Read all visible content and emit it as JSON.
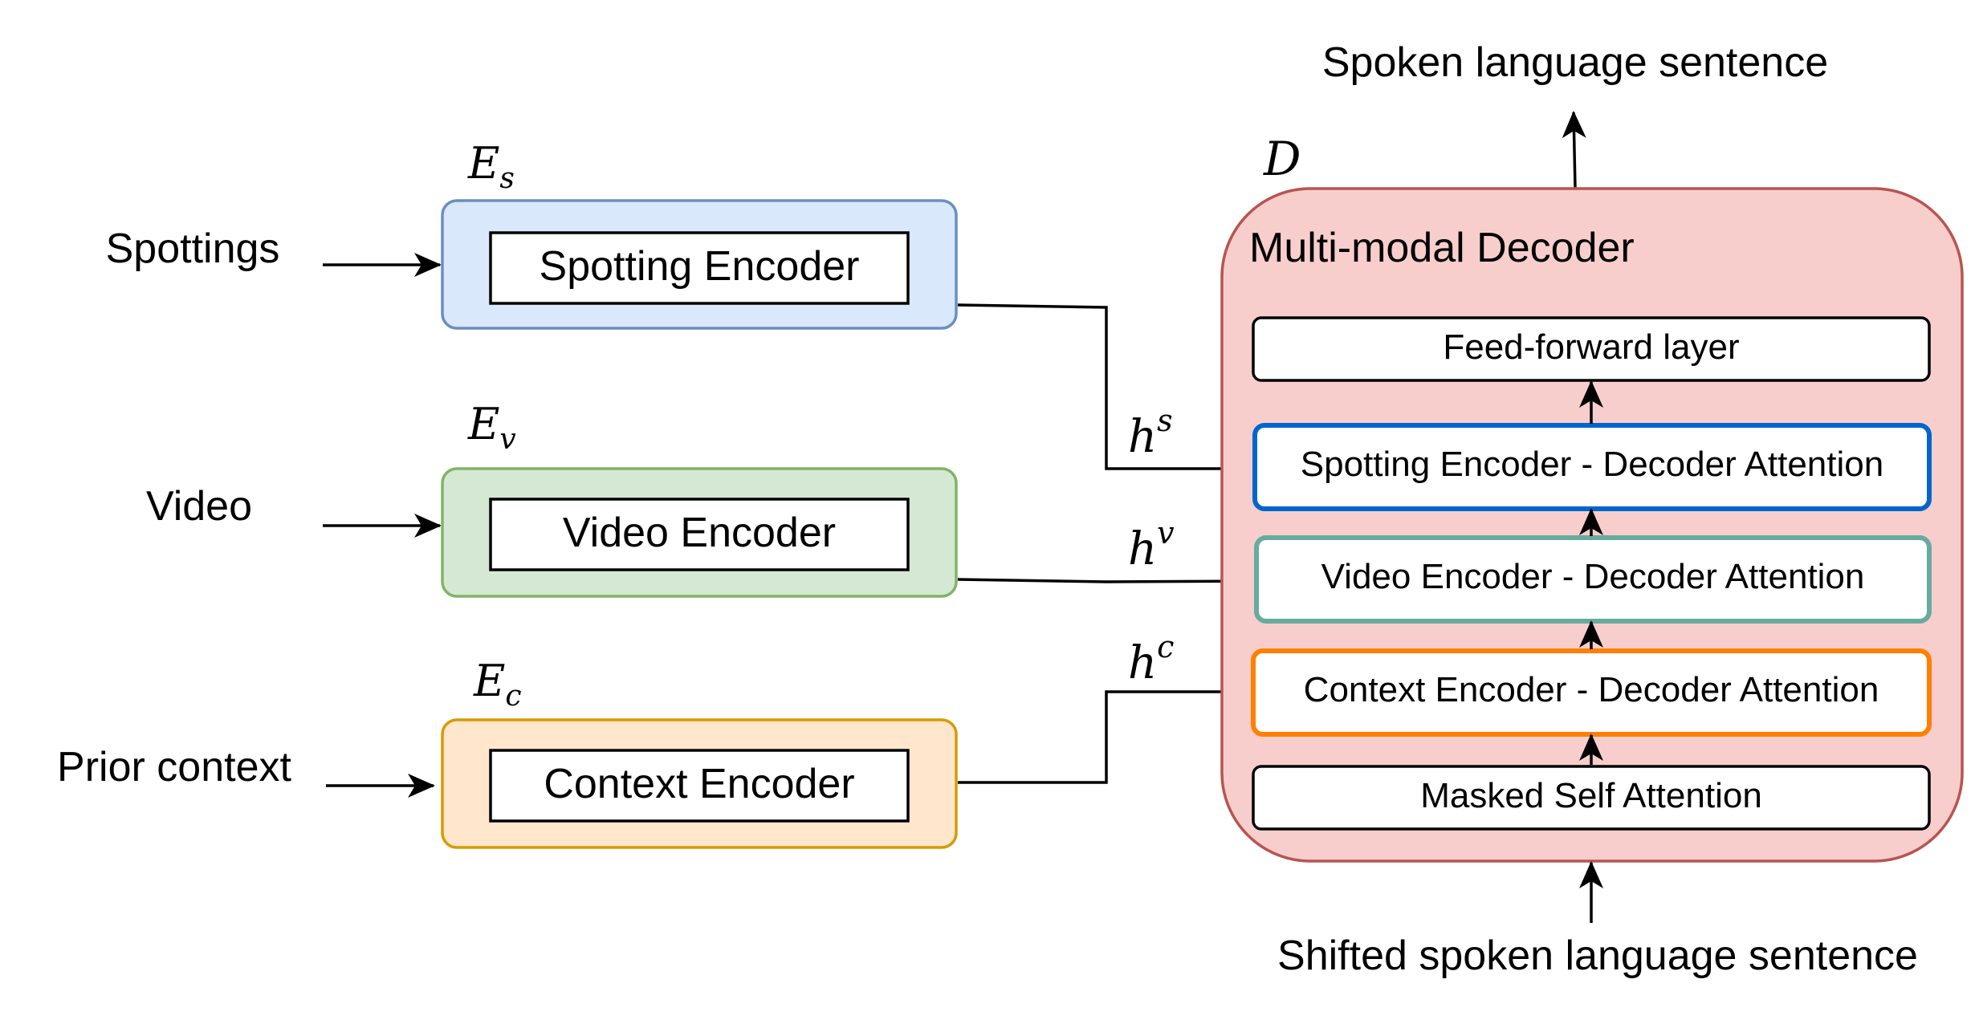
{
  "inputs": {
    "spottings": "Spottings",
    "video": "Video",
    "prior_context": "Prior context"
  },
  "encoders": {
    "spotting": {
      "symbol": "E",
      "subscript": "s",
      "label": "Spotting Encoder",
      "fill": "#dae8fc",
      "stroke": "#6c8ebf"
    },
    "video": {
      "symbol": "E",
      "subscript": "v",
      "label": "Video Encoder",
      "fill": "#d5e8d4",
      "stroke": "#82b366"
    },
    "context": {
      "symbol": "E",
      "subscript": "c",
      "label": "Context Encoder",
      "fill": "#ffe6cc",
      "stroke": "#d79b00"
    }
  },
  "hidden": {
    "spotting": {
      "symbol": "h",
      "superscript": "s"
    },
    "video": {
      "symbol": "h",
      "superscript": "v"
    },
    "context": {
      "symbol": "h",
      "superscript": "c"
    }
  },
  "decoder": {
    "symbol": "D",
    "title": "Multi-modal Decoder",
    "fill": "#f8cecc",
    "stroke": "#b85450",
    "layers": {
      "feed_forward": "Feed-forward layer",
      "spotting_attention": "Spotting Encoder - Decoder Attention",
      "video_attention": "Video Encoder - Decoder Attention",
      "context_attention": "Context Encoder - Decoder Attention",
      "masked_self_attention": "Masked Self Attention"
    },
    "layer_borders": {
      "spotting_attention": "#0066cc",
      "video_attention": "#67ab9f",
      "context_attention": "#ff8000"
    }
  },
  "output": "Spoken language sentence",
  "decoder_input": "Shifted spoken language sentence"
}
